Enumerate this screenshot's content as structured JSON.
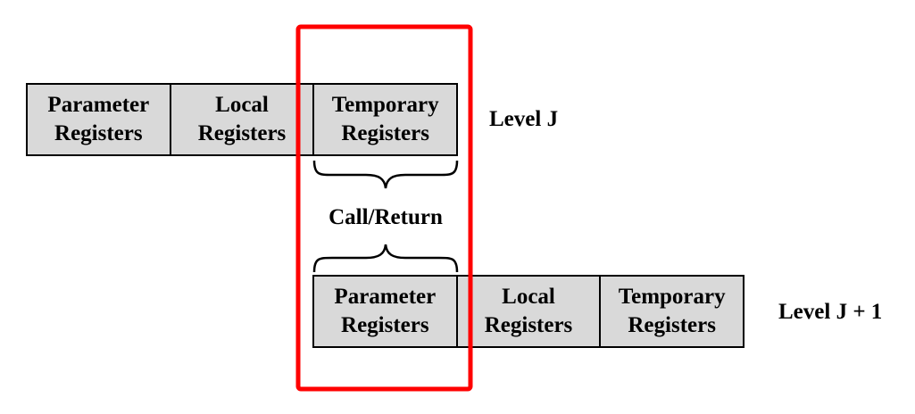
{
  "level_j": {
    "label": "Level J",
    "cells": [
      {
        "line1": "Parameter",
        "line2": "Registers"
      },
      {
        "line1": "Local",
        "line2": "Registers"
      },
      {
        "line1": "Temporary",
        "line2": "Registers"
      }
    ]
  },
  "level_j1": {
    "label": "Level J + 1",
    "cells": [
      {
        "line1": "Parameter",
        "line2": "Registers"
      },
      {
        "line1": "Local",
        "line2": "Registers"
      },
      {
        "line1": "Temporary",
        "line2": "Registers"
      }
    ]
  },
  "call_return": {
    "label": "Call/Return"
  },
  "colors": {
    "cell_fill": "#d9d9d9",
    "outline": "#000000",
    "highlight": "#ff0000"
  }
}
